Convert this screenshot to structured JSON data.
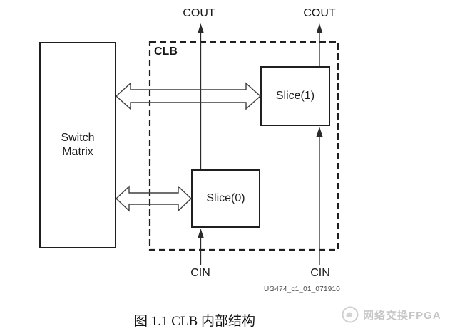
{
  "diagram": {
    "switch_matrix": {
      "label": "Switch\nMatrix"
    },
    "clb": {
      "label": "CLB"
    },
    "slices": [
      {
        "label": "Slice(0)"
      },
      {
        "label": "Slice(1)"
      }
    ],
    "ports": {
      "cout_labels": [
        "COUT",
        "COUT"
      ],
      "cin_labels": [
        "CIN",
        "CIN"
      ]
    },
    "figure_code": "UG474_c1_01_071910"
  },
  "caption": "图 1.1 CLB 内部结构",
  "watermark": {
    "text": "网络交换FPGA"
  },
  "colors": {
    "background": "#ffffff",
    "line": "#2b2b2b",
    "box_border": "#1f1f1f",
    "hollow_arrow": "#3f3f3f",
    "figure_code_text": "#4a4a4a",
    "watermark": "#c7c7c7"
  }
}
